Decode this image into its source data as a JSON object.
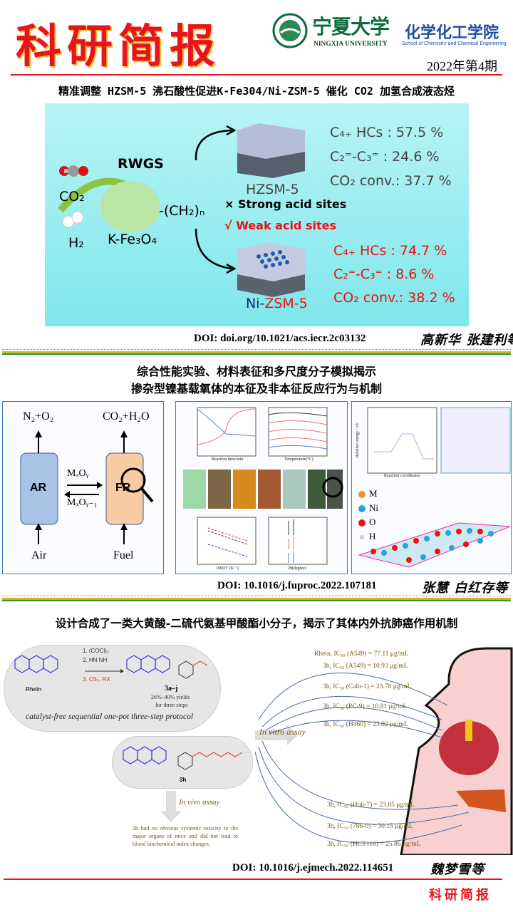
{
  "header": {
    "brand": "科研简报",
    "university_cn": "宁夏大学",
    "university_en": "NINGXIA UNIVERSITY",
    "college_cn": "化学化工学院",
    "college_en": "School of Chemistry and Chemical Engineering",
    "issue": "2022年第4期"
  },
  "article1": {
    "title": "精准调整 HZSM-5 沸石酸性促进K-Fe304/Ni-ZSM-5 催化 CO2 加氢合成液态烃",
    "figure": {
      "co2": "CO₂",
      "h2": "H₂",
      "rwgs": "RWGS",
      "catalyst": "K-Fe₃O₄",
      "chain": "-(CH₂)ₙ",
      "hzsm": "HZSM-5",
      "ni": "Ni-",
      "zsm": "ZSM-5",
      "strong": "× Strong acid sites",
      "weak": "√ Weak acid sites",
      "hzsm_results": [
        "C₄₊ HCs : 57.5 %",
        "C₂⁼-C₃⁼ : 24.6 %",
        "CO₂ conv.: 37.7 %"
      ],
      "ni_results": [
        "C₄₊ HCs : 74.7 %",
        "C₂⁼-C₃⁼ : 8.6 %",
        "CO₂ conv.: 38.2 %"
      ]
    },
    "doi": "DOI: doi.org/10.1021/acs.iecr.2c03132",
    "authors": "高新华 张建利等"
  },
  "article2": {
    "title_line1": "综合性能实验、材料表征和多尺度分子模拟揭示",
    "title_line2": "掺杂型镍基载氧体的本征及非本征反应行为与机制",
    "figure": {
      "n2o2": "N₂+O₂",
      "co2h2o": "CO₂+H₂O",
      "ar": "AR",
      "fr": "FR",
      "mxoy": "MₓOᵧ",
      "mxoy1": "MₓOᵧ₋₁",
      "air": "Air",
      "fuel": "Fuel",
      "legend": [
        "M",
        "Ni",
        "O",
        "H"
      ],
      "energy_x": "Reaction coordinates",
      "energy_y": "Relative energy / eV",
      "tga_x": "Reaction time/min",
      "xrd_x": "2θ(degree)",
      "tpr_x": "Temperature(°C)",
      "arr_x": "1000/T (K⁻¹)"
    },
    "doi": "DOI:  10.1016/j.fuproc.2022.107181",
    "authors": "张慧 白红存等"
  },
  "article3": {
    "title": "设计合成了一类大黄酸-二硫代氨基甲酸酯小分子，揭示了其体内外抗肺癌作用机制",
    "figure": {
      "steps": [
        "1. (COCl)₂",
        "2. HN    NH",
        "3. CS₂, RX"
      ],
      "rhein": "Rhein",
      "product": "3a–j",
      "yields": "26%–40% yields",
      "yields2": "for three steps",
      "protocol": "catalyst-free sequential one-pot three-step protocol",
      "compound": "3h",
      "invitro": "In vitro assay",
      "invivo": "In vivo assay",
      "invivo_text": "3h had no obvious systemic toxicity to the major organs of mice and did not lead to blood biochemical index changes.",
      "ic50": [
        "Rhein, IC₅₀ (A549) = 77.11 μg/mL",
        "3h, IC₅₀ (A549) = 10.93 μg/mL",
        "3h, IC₅₀ (Calu-1) = 23.78 μg/mL",
        "3h, IC₅₀ (PC-9) = 10.81 μg/mL",
        "3h, IC₅₀ (H460) = 23.02 μg/mL",
        "3h, IC₅₀ (Huh-7) = 23.85 μg/mL",
        "3h, IC₅₀ (786-0) = 30.15 μg/mL",
        "3h, IC₅₀ (HCT116) = 25.86 μg/mL"
      ]
    },
    "doi": "DOI: 10.1016/j.ejmech.2022.114651",
    "authors": "魏梦雪等"
  },
  "footer": {
    "brand": "科研简报"
  }
}
